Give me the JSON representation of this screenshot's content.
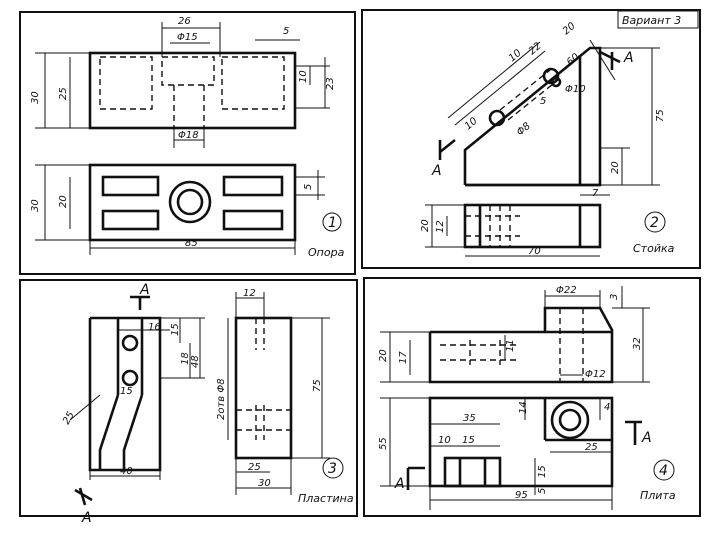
{
  "variant_label": "Вариант 3",
  "panels": [
    {
      "number": "1",
      "name": "Опора",
      "dims": {
        "d26": "26",
        "d15": "Φ15",
        "d5": "5",
        "d30": "30",
        "d25": "25",
        "d10": "10",
        "d23": "23",
        "d18": "Φ18",
        "d30b": "30",
        "d20": "20",
        "d5b": "5",
        "d85": "85"
      }
    },
    {
      "number": "2",
      "name": "Стойка",
      "dims": {
        "d20": "20",
        "d22": "22",
        "d10": "10",
        "d60": "60",
        "d10b": "Φ10",
        "d8": "Φ8",
        "d5": "5",
        "d10c": "10",
        "d75": "75",
        "d20b": "20",
        "d7": "7",
        "d20c": "20",
        "d12": "12",
        "d70": "70",
        "sec1": "A",
        "sec2": "A"
      }
    },
    {
      "number": "3",
      "name": "Пластина",
      "dims": {
        "d12": "12",
        "d16": "16",
        "d15": "15",
        "d18": "18",
        "d48": "48",
        "d15b": "15",
        "d2holes": "2отв Φ8",
        "d75": "75",
        "d25": "25",
        "d40": "40",
        "d25b": "25",
        "d30": "30",
        "sec1": "A",
        "sec2": "A"
      }
    },
    {
      "number": "4",
      "name": "Плита",
      "dims": {
        "d22": "Φ22",
        "d3": "3",
        "d32": "32",
        "d20": "20",
        "d17": "17",
        "d11": "11",
        "d12": "Φ12",
        "d14": "14",
        "d4": "4",
        "d35": "35",
        "d10": "10",
        "d15": "15",
        "d55": "55",
        "d25": "25",
        "d15b": "15",
        "d5": "5",
        "d95": "95",
        "sec1": "A",
        "sec2": "A"
      }
    }
  ]
}
